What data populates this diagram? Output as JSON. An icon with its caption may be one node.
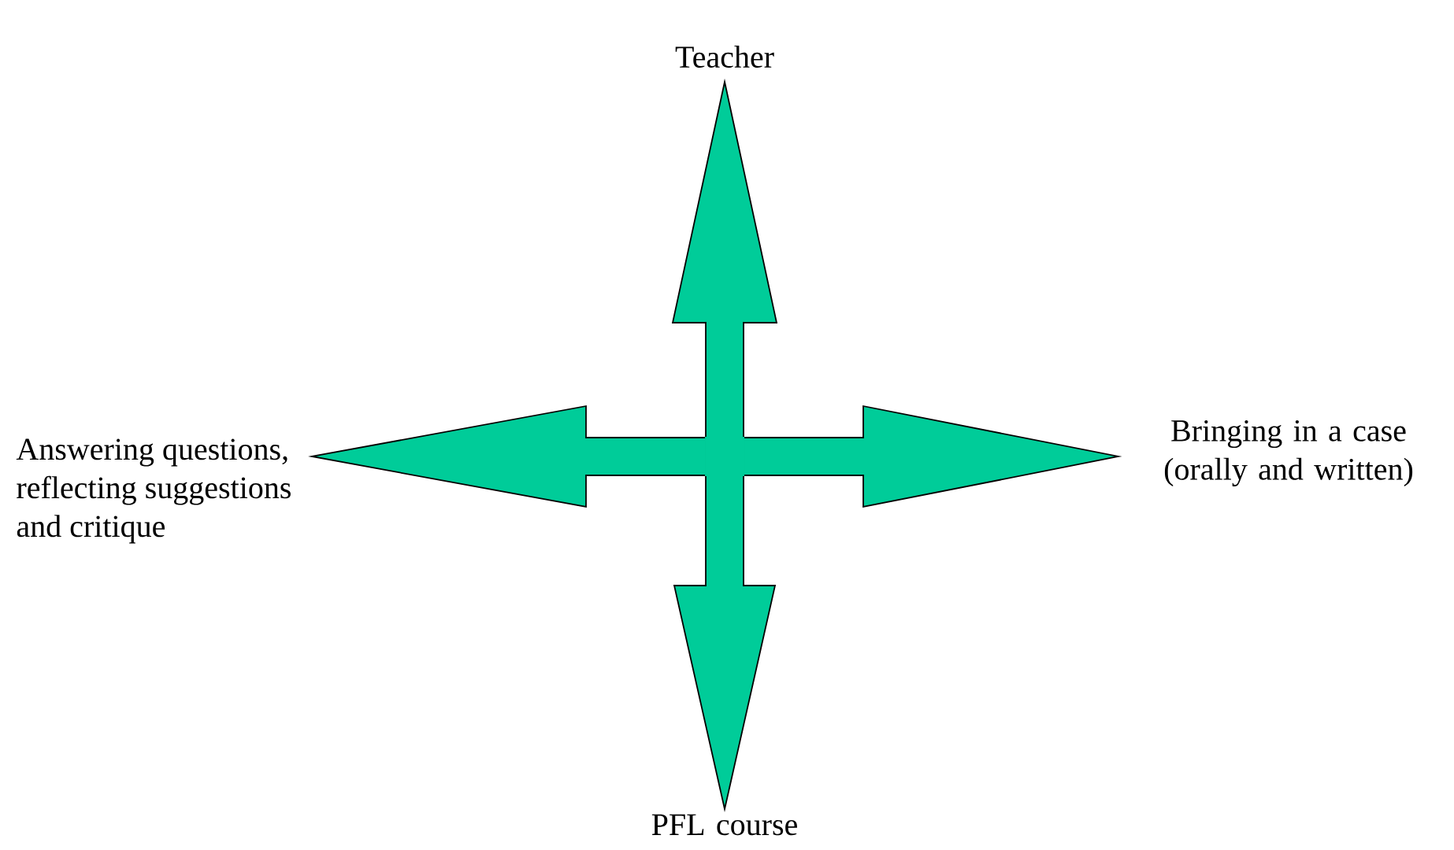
{
  "diagram": {
    "nodes": [
      {
        "text": [
          "Teacher"
        ]
      },
      {
        "text": [
          "Answering questions, reflecting suggestions and critique"
        ]
      },
      {
        "text": [
          "Bringing in a case (orally and written)"
        ]
      },
      {
        "text": [
          "PFL course"
        ]
      }
    ],
    "edges": [
      {
        "from": null,
        "to": 0,
        "arrow": "to"
      },
      {
        "from": null,
        "to": 1,
        "arrow": "to"
      },
      {
        "from": null,
        "to": 2,
        "arrow": "to"
      },
      {
        "from": null,
        "to": 3,
        "arrow": "to"
      }
    ]
  }
}
